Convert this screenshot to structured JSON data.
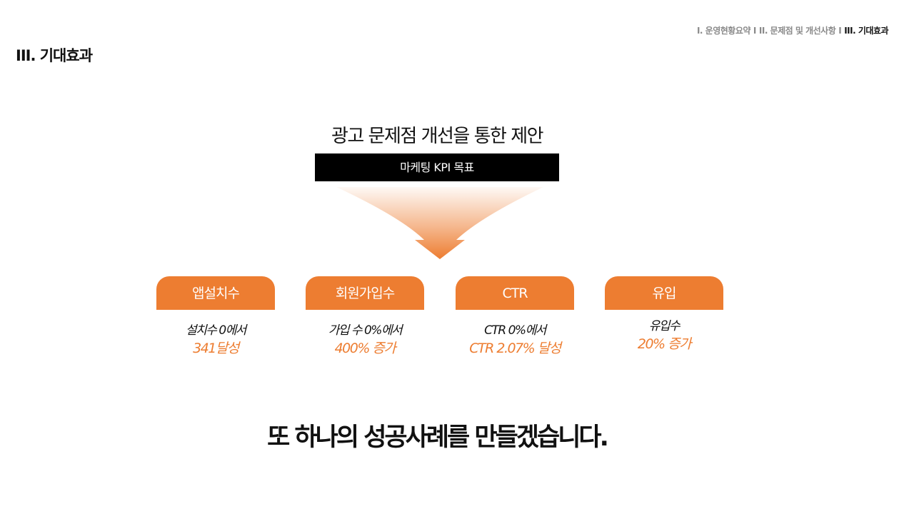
{
  "header": {
    "nav": [
      {
        "label": "I. 운영현황요약",
        "active": false
      },
      {
        "label": "II. 문제점 및 개선사항",
        "active": false
      },
      {
        "label": "III. 기대효과",
        "active": true
      }
    ],
    "nav_separator": "I",
    "section_title": "III. 기대효과"
  },
  "main": {
    "headline": "광고 문제점 개선을 통한 제안",
    "kpi_label": "마케팅 KPI 목표",
    "cards": [
      {
        "title": "앱설치수",
        "line1": "설치수 0에서",
        "line2": "341달성"
      },
      {
        "title": "회원가입수",
        "line1": "가입 수 0%에서",
        "line2": "400% 증가"
      },
      {
        "title": "CTR",
        "line1": "CTR 0%에서",
        "line2": "CTR 2.07% 달성"
      },
      {
        "title": "유입",
        "line1": "유입수",
        "line2": "20% 증가"
      }
    ],
    "closing": "또 하나의 성공사례를 만들겠습니다."
  },
  "colors": {
    "accent": "#ed7d31",
    "bar": "#000000",
    "text": "#111111",
    "nav_inactive": "#8a8a8a"
  }
}
